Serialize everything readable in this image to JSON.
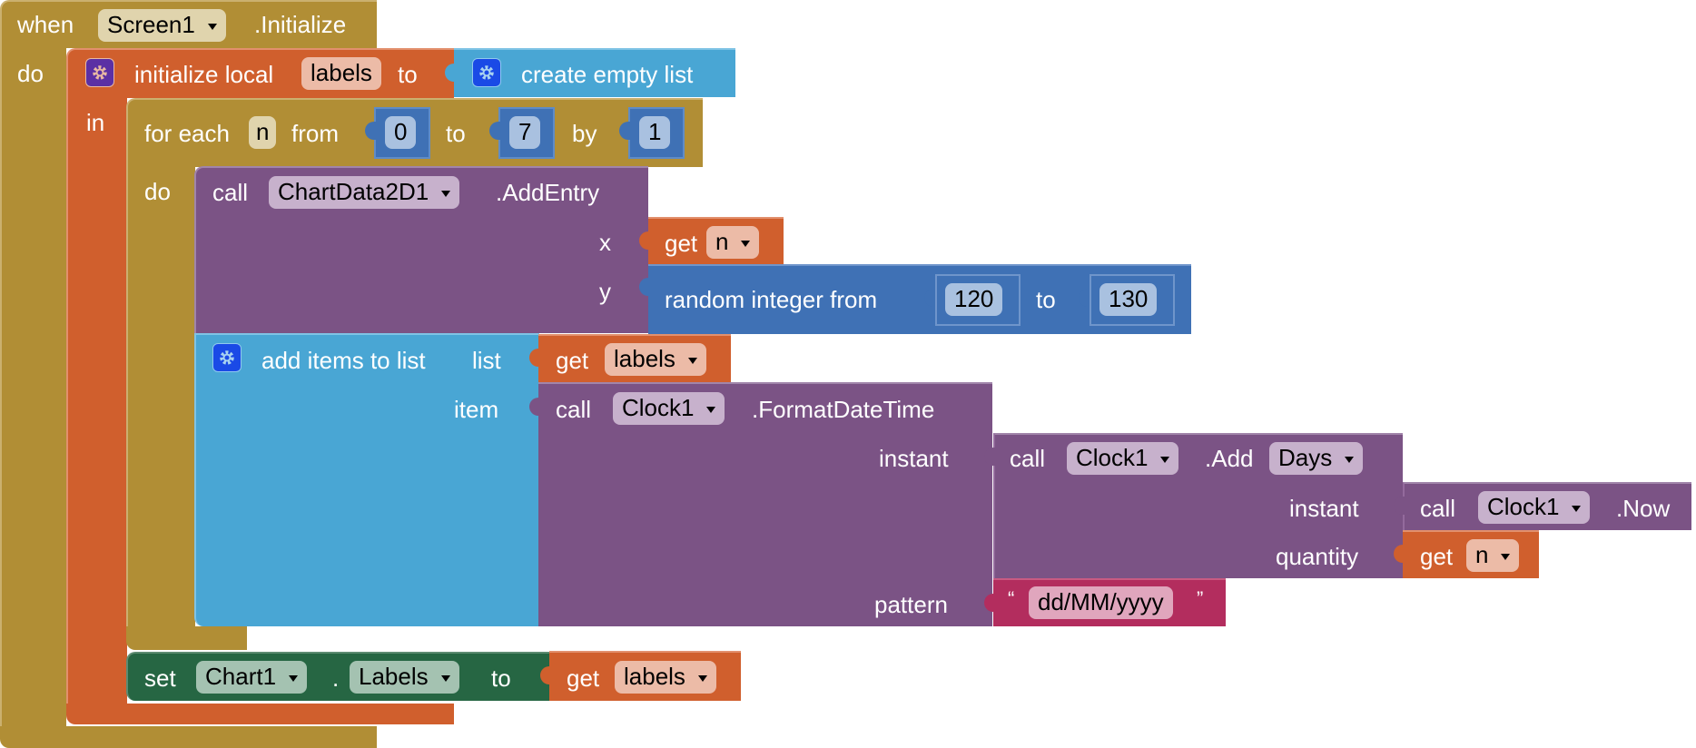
{
  "colors": {
    "control": "#b18e35",
    "variable": "#d05f2d",
    "component_call": "#7b5385",
    "list": "#49a6d4",
    "math": "#3f71b5",
    "component_setter": "#266643",
    "text": "#b32d5e"
  },
  "event": {
    "when": "when",
    "component": "Screen1",
    "event_name": ".Initialize",
    "do": "do"
  },
  "init_local": {
    "label": "initialize local",
    "var_name": "labels",
    "to": "to",
    "in": "in",
    "value": {
      "label": "create empty list"
    }
  },
  "for_each": {
    "label": "for each",
    "var_name": "n",
    "from": "from",
    "from_value": "0",
    "to": "to",
    "to_value": "7",
    "by": "by",
    "by_value": "1",
    "do": "do"
  },
  "add_entry": {
    "call": "call",
    "component": "ChartData2D1",
    "method": ".AddEntry",
    "x_label": "x",
    "x_value": {
      "get": "get",
      "var": "n"
    },
    "y_label": "y",
    "y_value": {
      "label": "random integer from",
      "from": "120",
      "to": "to",
      "to_value": "130"
    }
  },
  "add_items": {
    "label": "add items to list",
    "list_label": "list",
    "list_value": {
      "get": "get",
      "var": "labels"
    },
    "item_label": "item",
    "format": {
      "call": "call",
      "component": "Clock1",
      "method": ".FormatDateTime",
      "instant_label": "instant",
      "add_days": {
        "call": "call",
        "component": "Clock1",
        "method": ".Add",
        "unit": "Days",
        "instant_label": "instant",
        "now": {
          "call": "call",
          "component": "Clock1",
          "method": ".Now"
        },
        "quantity_label": "quantity",
        "quantity_value": {
          "get": "get",
          "var": "n"
        }
      },
      "pattern_label": "pattern",
      "pattern_open_quote": "“",
      "pattern_value": "dd/MM/yyyy",
      "pattern_close_quote": "”"
    }
  },
  "set_labels": {
    "set": "set",
    "component": "Chart1",
    "dot": ".",
    "property": "Labels",
    "to": "to",
    "value": {
      "get": "get",
      "var": "labels"
    }
  }
}
